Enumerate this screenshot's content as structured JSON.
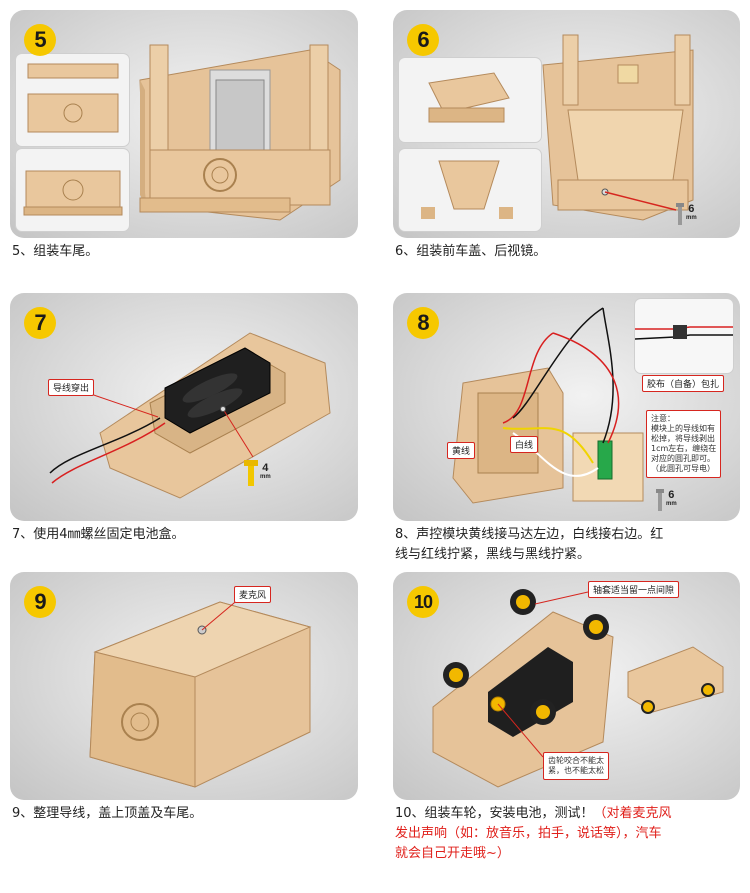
{
  "steps": [
    {
      "num": "5",
      "caption": "5、组装车尾。"
    },
    {
      "num": "6",
      "caption": "6、组装前车盖、后视镜。"
    },
    {
      "num": "7",
      "caption": "7、使用4㎜螺丝固定电池盒。"
    },
    {
      "num": "8",
      "caption_line1": "8、声控模块黄线接马达左边，白线接右边。红",
      "caption_line2": "线与红线拧紧，黑线与黑线拧紧。"
    },
    {
      "num": "9",
      "caption": "9、整理导线，盖上顶盖及车尾。"
    },
    {
      "num": "10",
      "caption_black": "10、组装车轮，安装电池，测试！",
      "caption_red_1": "（对着麦克风",
      "caption_red_2": "发出声响（如：放音乐，拍手，说话等），汽车",
      "caption_red_3": "就会自己开走哦~）"
    }
  ],
  "labels": {
    "step6_screw_len": "6",
    "step6_screw_unit": "mm",
    "step7_wire_through": "导线穿出",
    "step7_screw_len": "4",
    "step7_screw_unit": "mm",
    "step8_tape": "胶布（自备）包扎",
    "step8_yellow": "黄线",
    "step8_white": "白线",
    "step8_note_1": "注意：",
    "step8_note_2": "模块上的导线如有",
    "step8_note_3": "松掉，将导线剥出",
    "step8_note_4": "1cm左右，缠绕在",
    "step8_note_5": "对应的圆孔即可。",
    "step8_note_6": "（此圆孔可导电）",
    "step8_screw_len": "6",
    "step8_screw_unit": "mm",
    "step9_mic": "麦克风",
    "step10_axle": "轴套适当留一点间隙",
    "step10_gear_1": "齿轮咬合不能太",
    "step10_gear_2": "紧，也不能太松"
  },
  "colors": {
    "badge": "#f6c800",
    "callout_border": "#d6261f",
    "red_text": "#e0201b",
    "wood": "#e9c9a0",
    "wood_dark": "#c9a378"
  }
}
